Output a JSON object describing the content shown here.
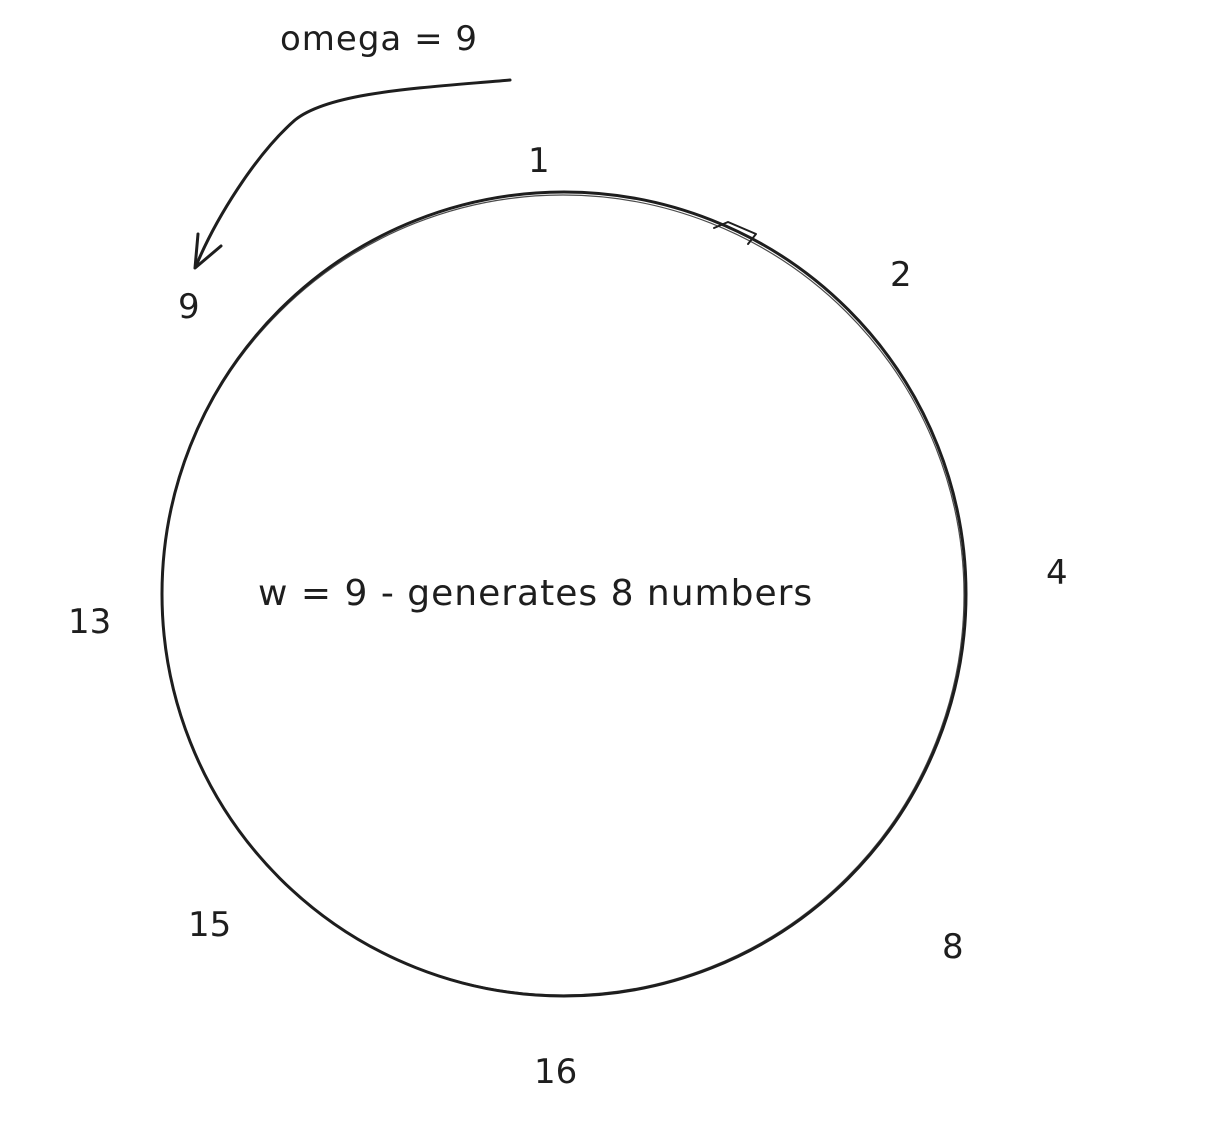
{
  "annotation": "omega = 9",
  "center_caption": "w = 9 - generates 8 numbers",
  "ring_labels": [
    "1",
    "2",
    "4",
    "8",
    "16",
    "15",
    "13",
    "9"
  ],
  "colors": {
    "stroke": "#1e1e1e",
    "background": "#ffffff"
  }
}
